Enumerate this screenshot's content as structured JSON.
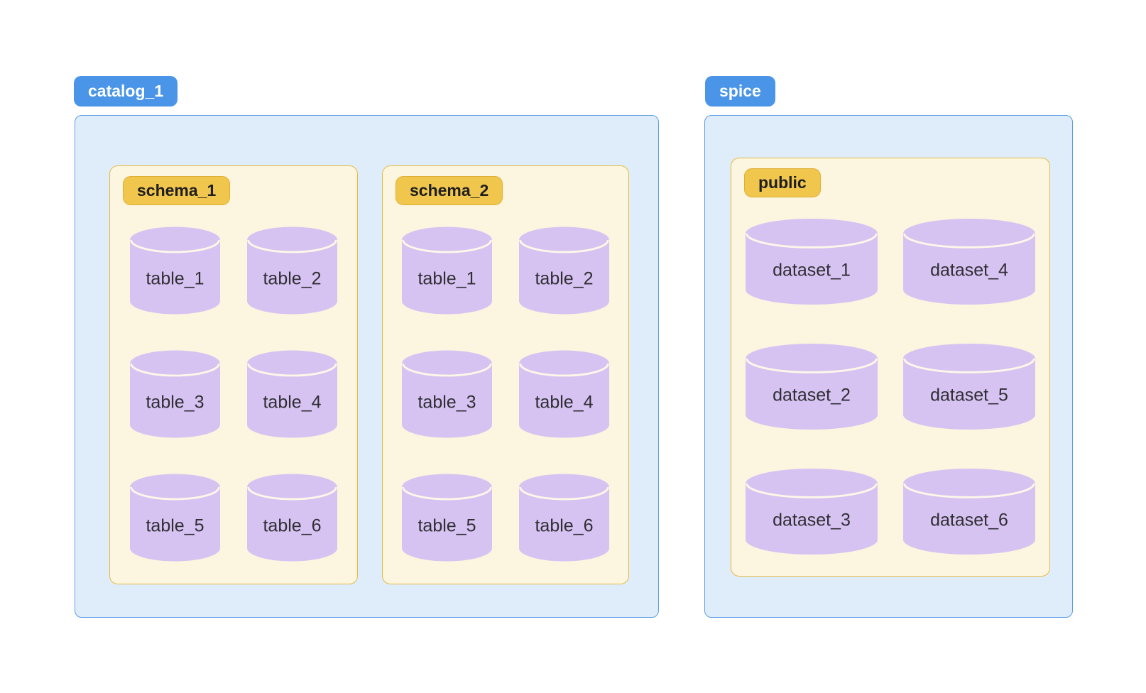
{
  "diagram": {
    "description_order_note": "items listed in on-screen row-major order",
    "colors": {
      "catalog_badge_bg": "#4A95E8",
      "catalog_badge_text": "#FFFFFF",
      "catalog_container_bg": "#DFEDFB",
      "catalog_container_border": "#5B9CE3",
      "schema_badge_bg": "#F0C64C",
      "schema_badge_border": "#DFAE35",
      "schema_badge_text": "#1E1E22",
      "schema_container_bg": "#FCF5DF",
      "schema_container_border": "#E6BB40",
      "cylinder_fill": "#D7C3F2",
      "cylinder_divider": "#FDF8E8",
      "cylinder_label_text": "#2E2E33",
      "page_bg": "#FFFFFF"
    },
    "catalogs": [
      {
        "label": "catalog_1",
        "schemas": [
          {
            "label": "schema_1",
            "items": [
              "table_1",
              "table_2",
              "table_3",
              "table_4",
              "table_5",
              "table_6"
            ]
          },
          {
            "label": "schema_2",
            "items": [
              "table_1",
              "table_2",
              "table_3",
              "table_4",
              "table_5",
              "table_6"
            ]
          }
        ]
      },
      {
        "label": "spice",
        "schemas": [
          {
            "label": "public",
            "items": [
              "dataset_1",
              "dataset_4",
              "dataset_2",
              "dataset_5",
              "dataset_3",
              "dataset_6"
            ]
          }
        ]
      }
    ]
  }
}
